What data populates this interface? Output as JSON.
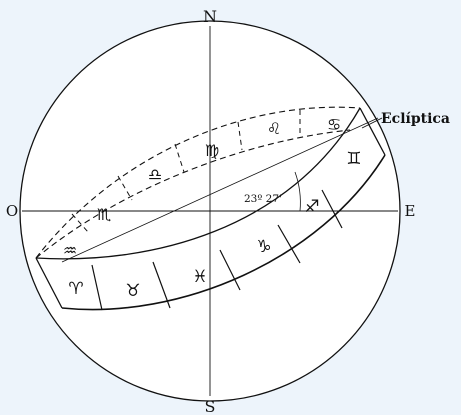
{
  "diagram": {
    "labels": {
      "north": "N",
      "south": "S",
      "east": "E",
      "west": "O",
      "ecliptic": "Eclíptica",
      "angle": "23º 27'"
    },
    "colors": {
      "background": "#edf4fb",
      "ink": "#111111"
    },
    "zodiac": {
      "lower_band": [
        {
          "name": "aries",
          "glyph": "♈"
        },
        {
          "name": "taurus",
          "glyph": "♉"
        },
        {
          "name": "pisces",
          "glyph": "♓"
        },
        {
          "name": "capricorn",
          "glyph": "♑"
        },
        {
          "name": "sagittarius",
          "glyph": "♐"
        },
        {
          "name": "gemini",
          "glyph": "♊"
        }
      ],
      "upper_band": [
        {
          "name": "aquarius",
          "glyph": "♒"
        },
        {
          "name": "scorpio",
          "glyph": "♏"
        },
        {
          "name": "libra",
          "glyph": "♎"
        },
        {
          "name": "virgo",
          "glyph": "♍"
        },
        {
          "name": "leo",
          "glyph": "♌"
        },
        {
          "name": "cancer",
          "glyph": "♋"
        }
      ]
    }
  }
}
